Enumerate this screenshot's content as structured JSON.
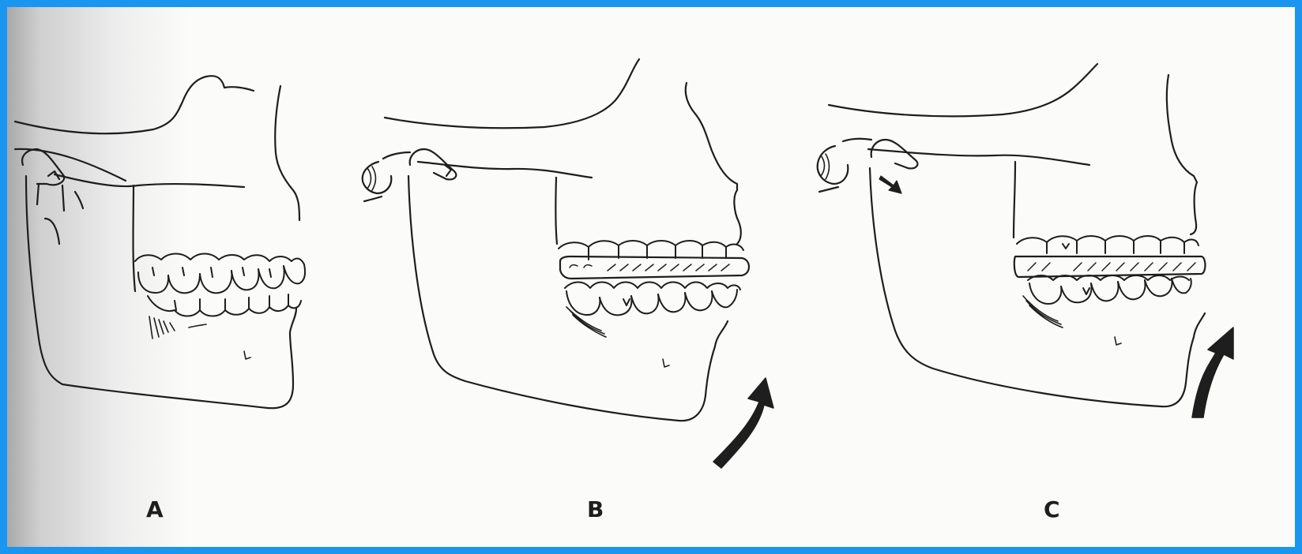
{
  "panels": [
    {
      "label": "A"
    },
    {
      "label": "B"
    },
    {
      "label": "C"
    }
  ],
  "colors": {
    "frame_border": "#1a96f0",
    "line_art": "#1e1e1e",
    "paper": "#fbfbf9"
  },
  "icons": [
    "curved-arrow-icon",
    "condyle-arrow-icon"
  ]
}
